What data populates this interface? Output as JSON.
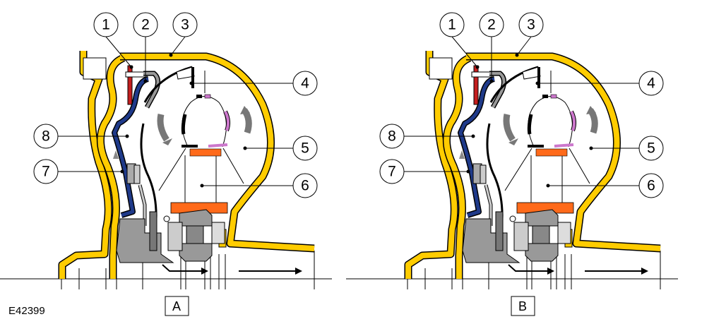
{
  "figure_id": "E42399",
  "panels": [
    {
      "label": "A"
    },
    {
      "label": "B"
    }
  ],
  "callouts": [
    "1",
    "2",
    "3",
    "4",
    "5",
    "6",
    "7",
    "8"
  ],
  "colors": {
    "housing": "#FFCC00",
    "piston": "#1F3A8A",
    "friction": "#C41E1E",
    "stator": "#FF6A1A",
    "blade": "#CC77CC",
    "hub": "#A8A8A8"
  }
}
